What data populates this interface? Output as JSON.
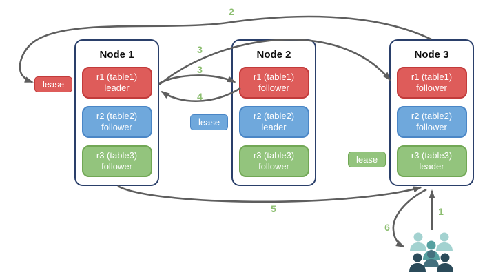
{
  "diagram_title": "",
  "nodes": [
    {
      "title": "Node 1",
      "replicas": [
        {
          "label": "r1 (table1)",
          "role": "leader",
          "color": "red"
        },
        {
          "label": "r2 (table2)",
          "role": "follower",
          "color": "blue"
        },
        {
          "label": "r3 (table3)",
          "role": "follower",
          "color": "green"
        }
      ]
    },
    {
      "title": "Node 2",
      "replicas": [
        {
          "label": "r1 (table1)",
          "role": "follower",
          "color": "red"
        },
        {
          "label": "r2 (table2)",
          "role": "leader",
          "color": "blue"
        },
        {
          "label": "r3 (table3)",
          "role": "follower",
          "color": "green"
        }
      ]
    },
    {
      "title": "Node 3",
      "replicas": [
        {
          "label": "r1 (table1)",
          "role": "follower",
          "color": "red"
        },
        {
          "label": "r2 (table2)",
          "role": "follower",
          "color": "blue"
        },
        {
          "label": "r3 (table3)",
          "role": "leader",
          "color": "green"
        }
      ]
    }
  ],
  "leases": [
    {
      "text": "lease",
      "color": "red"
    },
    {
      "text": "lease",
      "color": "blue"
    },
    {
      "text": "lease",
      "color": "green"
    }
  ],
  "steps": {
    "one": "1",
    "two": "2",
    "three_a": "3",
    "three_b": "3",
    "four": "4",
    "five": "5",
    "six": "6"
  },
  "icons": {
    "clients": "group-of-people"
  },
  "colors": {
    "red_fill": "#DE5C5A",
    "red_border": "#C23B3B",
    "blue_fill": "#6FA8DC",
    "blue_border": "#4A86C6",
    "green_fill": "#93C47D",
    "green_border": "#71A755",
    "node_border": "#2A3F6A",
    "arrow": "#5E5E5E",
    "step_label": "#8CBE70",
    "clients_light_teal": "#A3D2D0",
    "clients_teal": "#56A0A0",
    "clients_slate": "#44707E",
    "clients_dark": "#2B4B5A"
  }
}
